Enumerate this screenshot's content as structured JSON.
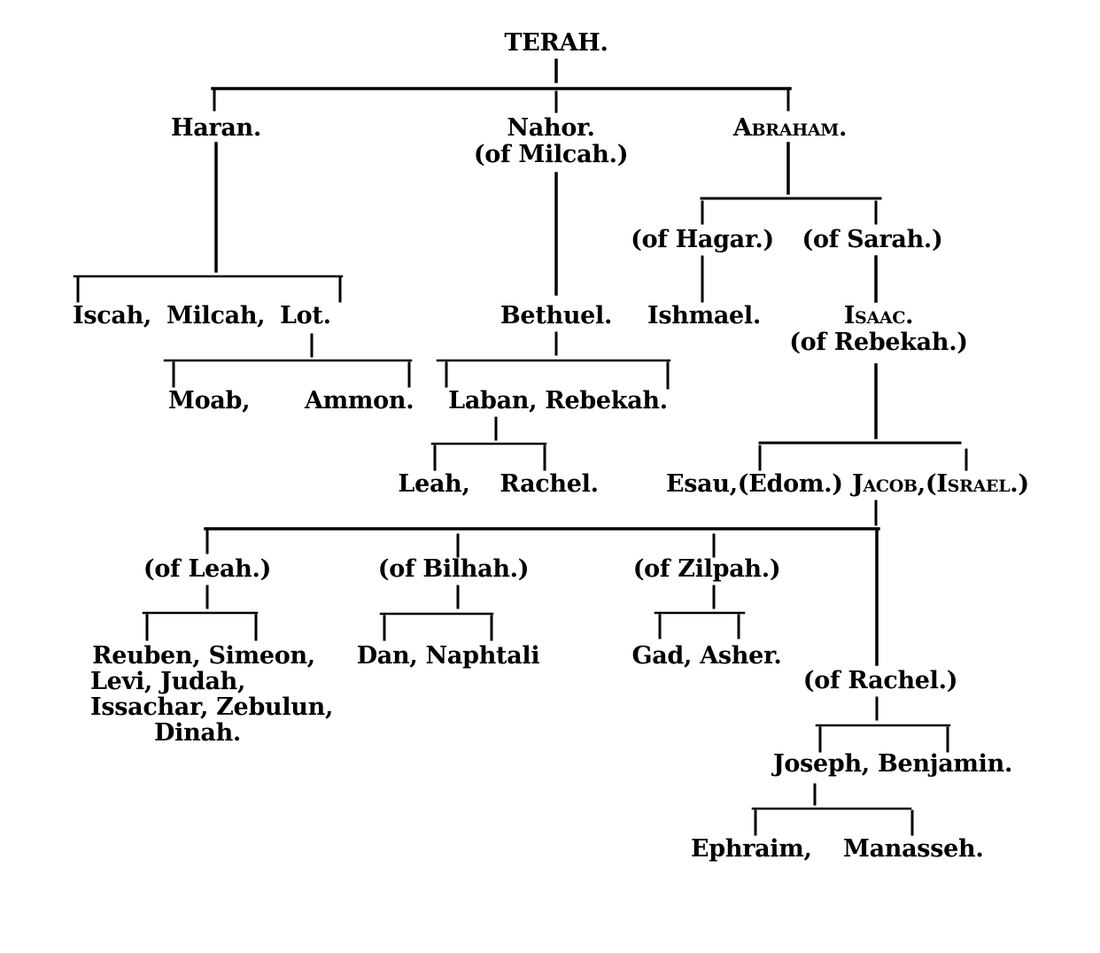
{
  "nodes": {
    "terah": "TERAH.",
    "haran": "Haran.",
    "nahor": "Nahor.",
    "of_milcah": "(of Milcah.)",
    "abraham": "Abraham.",
    "of_hagar": "(of Hagar.)",
    "of_sarah": "(of Sarah.)",
    "iscah": "Iscah,",
    "milcah": "Milcah,",
    "lot": "Lot.",
    "bethuel": "Bethuel.",
    "ishmael": "Ishmael.",
    "isaac": "Isaac.",
    "of_rebekah": "(of Rebekah.)",
    "moab": "Moab,",
    "ammon": "Ammon.",
    "laban_rebekah": "Laban, Rebekah.",
    "leah": "Leah,",
    "rachel": "Rachel.",
    "esau": "Esau,(Edom.)",
    "jacob": "Jacob,(Israel.)",
    "of_leah": "(of Leah.)",
    "of_bilhah": "(of Bilhah.)",
    "of_zilpah": "(of Zilpah.)",
    "leah_sons_1": "Reuben, Simeon,",
    "leah_sons_2": "Levi, Judah,",
    "leah_sons_3": "Issachar, Zebulun,",
    "leah_sons_4": "Dinah.",
    "dan_naphtali": "Dan, Naphtali",
    "gad_asher": "Gad, Asher.",
    "of_rachel": "(of Rachel.)",
    "joseph_benjamin": "Joseph, Benjamin.",
    "ephraim": "Ephraim,",
    "manasseh": "Manasseh."
  }
}
